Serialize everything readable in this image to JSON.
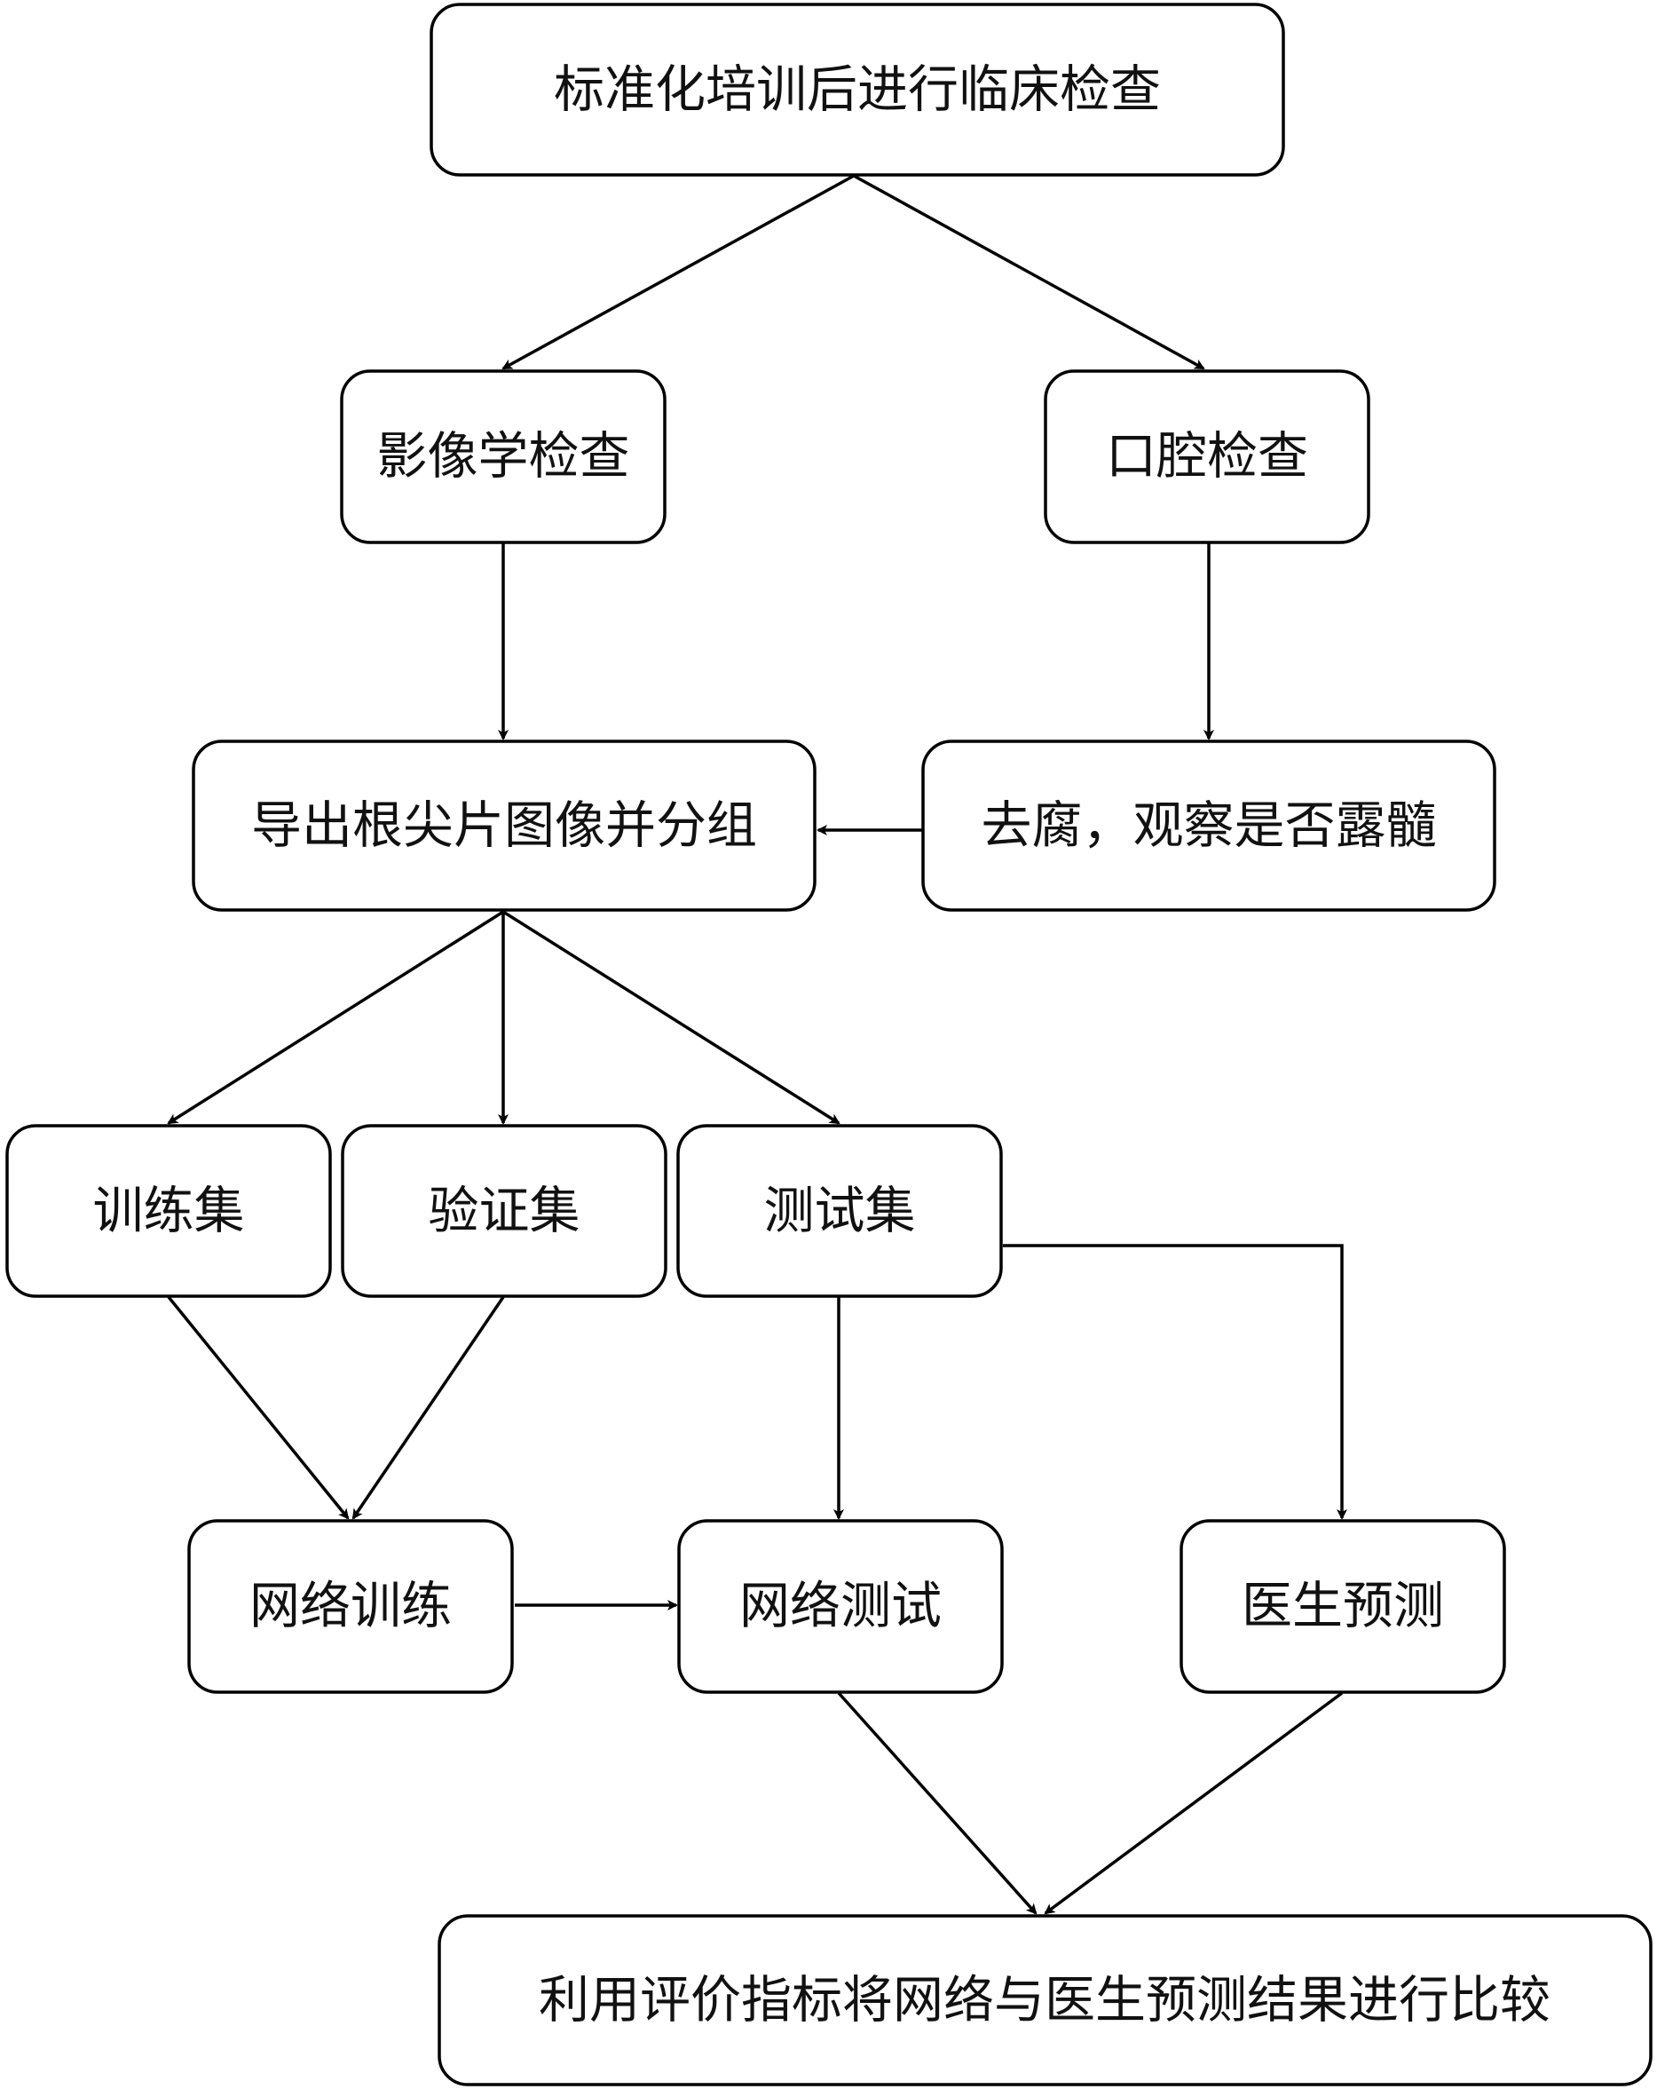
{
  "flowchart": {
    "nodes": {
      "clinical_exam": "标准化培训后进行临床检查",
      "imaging_exam": "影像学检查",
      "oral_exam": "口腔检查",
      "export_group": "导出根尖片图像并分组",
      "caries_removal": "去腐，观察是否露髓",
      "training_set": "训练集",
      "validation_set": "验证集",
      "test_set": "测试集",
      "network_training": "网络训练",
      "network_testing": "网络测试",
      "doctor_prediction": "医生预测",
      "comparison": "利用评价指标将网络与医生预测结果进行比较"
    },
    "edges": [
      {
        "from": "clinical_exam",
        "to": "imaging_exam"
      },
      {
        "from": "clinical_exam",
        "to": "oral_exam"
      },
      {
        "from": "imaging_exam",
        "to": "export_group"
      },
      {
        "from": "oral_exam",
        "to": "caries_removal"
      },
      {
        "from": "caries_removal",
        "to": "export_group"
      },
      {
        "from": "export_group",
        "to": "training_set"
      },
      {
        "from": "export_group",
        "to": "validation_set"
      },
      {
        "from": "export_group",
        "to": "test_set"
      },
      {
        "from": "training_set",
        "to": "network_training"
      },
      {
        "from": "validation_set",
        "to": "network_training"
      },
      {
        "from": "test_set",
        "to": "network_testing"
      },
      {
        "from": "test_set",
        "to": "doctor_prediction"
      },
      {
        "from": "network_training",
        "to": "network_testing"
      },
      {
        "from": "network_testing",
        "to": "comparison"
      },
      {
        "from": "doctor_prediction",
        "to": "comparison"
      }
    ]
  },
  "colors": {
    "stroke": "#000000",
    "fill": "#ffffff",
    "text": "#111111"
  }
}
